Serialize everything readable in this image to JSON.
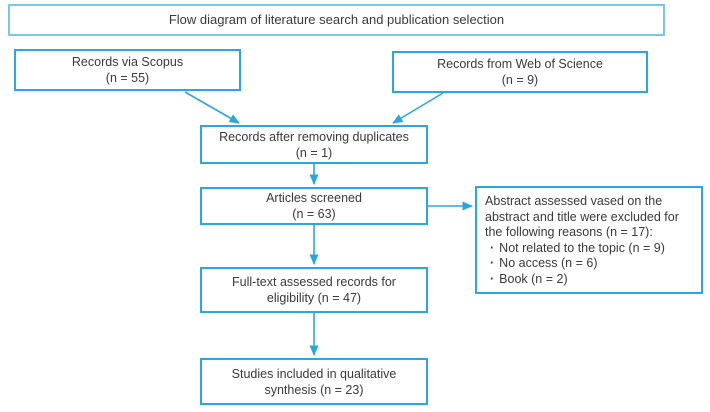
{
  "diagram": {
    "title": "Flow diagram of literature search and publication selection",
    "bullet_char": "·",
    "colors": {
      "box_border": "#2aa7e0",
      "title_border": "#7cc6e8",
      "arrow": "#2aa7e0",
      "text": "#3a3a3a",
      "background": "#ffffff"
    },
    "boxes": {
      "scopus": {
        "line1": "Records via Scopus",
        "line2": "(n = 55)"
      },
      "web_of_science": {
        "line1": "Records from Web of Science",
        "line2": "(n = 9)"
      },
      "duplicates_removed": {
        "line1": "Records after removing duplicates",
        "line2": "(n = 1)"
      },
      "articles_screened": {
        "line1": "Articles screened",
        "line2": "(n = 63)"
      },
      "fulltext_assessed": {
        "line1": "Full-text assessed records for",
        "line2": "eligibility (n = 47)"
      },
      "studies_included": {
        "line1": "Studies included in qualitative",
        "line2": "synthesis (n = 23)"
      },
      "excluded": {
        "line1": "Abstract assessed vased on the",
        "line2": "abstract and title were excluded for",
        "line3": "the following reasons (n = 17):",
        "bullets": [
          "Not related to the topic (n = 9)",
          "No access (n = 6)",
          "Book (n = 2)"
        ]
      }
    }
  }
}
